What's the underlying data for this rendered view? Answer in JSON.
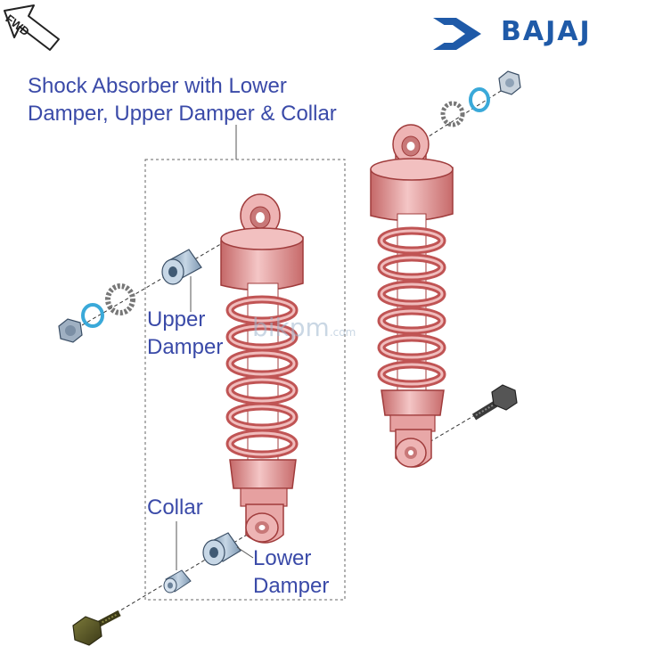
{
  "direction_indicator": {
    "label": "FWD"
  },
  "brand": {
    "name": "BAJAJ",
    "color": "#1f5aa8",
    "logo_icon": "bajaj-emblem-icon"
  },
  "title": {
    "line1": "Shock Absorber with Lower",
    "line2": "Damper, Upper Damper & Collar"
  },
  "parts": {
    "upper_damper": {
      "line1": "Upper",
      "line2": "Damper"
    },
    "collar": {
      "label": "Collar"
    },
    "lower_damper": {
      "line1": "Lower",
      "line2": "Damper"
    }
  },
  "watermark": {
    "main": "bikpm",
    "suffix": ".com"
  },
  "colors": {
    "label_text": "#3a4aa8",
    "shock_body": "#e8a7a7",
    "shock_outline": "#a03c3c",
    "damper": "#a9bfd4",
    "washer_blue": "#3aa9d9"
  }
}
